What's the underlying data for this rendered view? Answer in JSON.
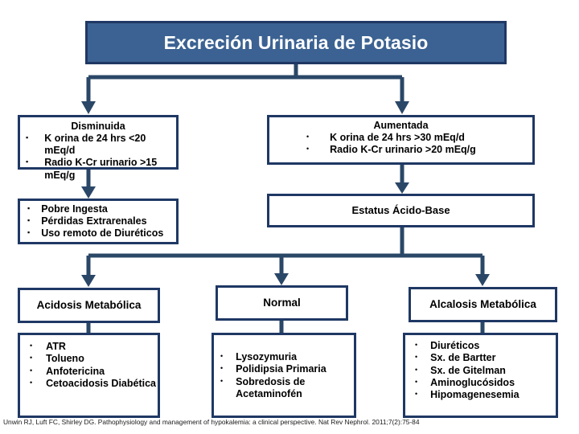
{
  "title": {
    "text": "Excreción Urinaria de Potasio",
    "fill_color": "#3B6292",
    "border_color": "#1F3864",
    "text_color": "#FFFFFF"
  },
  "branches": {
    "decreased": {
      "heading": "Disminuida",
      "criteria": [
        "K orina de 24 hrs <20 mEq/d",
        "Radio K-Cr urinario >15 mEq/g"
      ],
      "causes": [
        "Pobre Ingesta",
        "Pérdidas Extrarenales",
        "Uso remoto de Diuréticos"
      ]
    },
    "increased": {
      "heading": "Aumentada",
      "criteria": [
        "K orina de 24 hrs >30 mEq/d",
        "Radio K-Cr urinario >20 mEq/g"
      ],
      "next_step": "Estatus Ácido-Base"
    }
  },
  "acid_base_outcomes": [
    {
      "label": "Acidosis Metabólica",
      "items": [
        "ATR",
        "Tolueno",
        "Anfotericina",
        "Cetoacidosis Diabética"
      ]
    },
    {
      "label": "Normal",
      "items": [
        "Lysozymuria",
        "Polidipsia Primaria",
        "Sobredosis de Acetaminofén"
      ]
    },
    {
      "label": "Alcalosis Metabólica",
      "items": [
        "Diuréticos",
        "Sx. de Bartter",
        "Sx. de Gitelman",
        "Aminoglucósidos",
        "Hipomagenesemia"
      ]
    }
  ],
  "bullet_marker": "▪",
  "bullet_marker_round": "•",
  "citation": "Unwin RJ, Luft FC, Shirley DG. Pathophysiology and management of hypokalemia: a clinical perspective. Nat Rev Nephrol. 2011;7(2):75-84"
}
